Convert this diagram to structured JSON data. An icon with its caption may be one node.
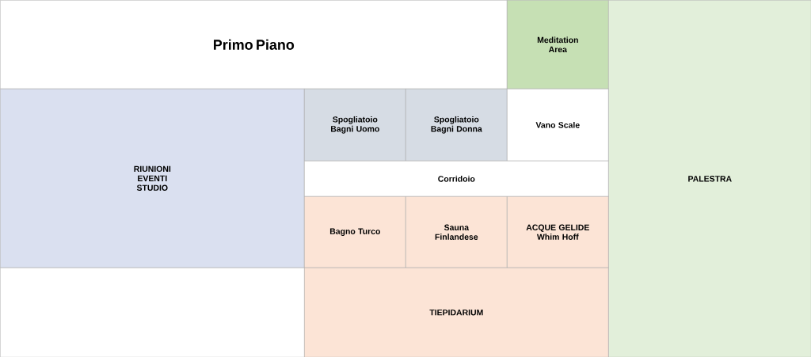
{
  "diagram": {
    "nodes": [
      {
        "text": [
          "Primo Piano"
        ]
      },
      {
        "text": [
          "Meditation Area"
        ]
      },
      {
        "text": [
          "PALESTRA"
        ]
      },
      {
        "text": [
          "RIUNIONI EVENTI STUDIO"
        ]
      },
      {
        "text": [
          "Spogliatoio Bagni Uomo"
        ]
      },
      {
        "text": [
          "Spogliatoio Bagni Donna"
        ]
      },
      {
        "text": [
          "Vano Scale"
        ]
      },
      {
        "text": [
          "Corridoio"
        ]
      },
      {
        "text": [
          "Bagno Turco"
        ]
      },
      {
        "text": [
          "Sauna Finlandese"
        ]
      },
      {
        "text": [
          "ACQUE GELIDE Whim Hoff"
        ]
      },
      {
        "text": [],
        "shape": "box"
      },
      {
        "text": [
          "TIEPIDARIUM"
        ]
      }
    ]
  }
}
